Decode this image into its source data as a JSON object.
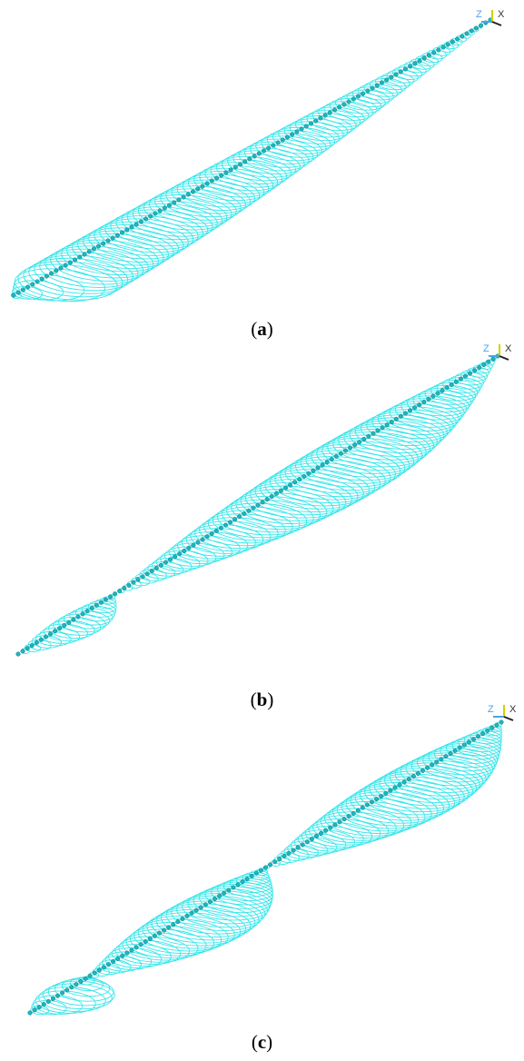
{
  "figure": {
    "panels": [
      {
        "id": "a",
        "caption_label": "a",
        "mode": 1
      },
      {
        "id": "b",
        "caption_label": "b",
        "mode": 2
      },
      {
        "id": "c",
        "caption_label": "c",
        "mode": 3
      }
    ],
    "axis_triad": {
      "z_label": "Z",
      "x_label": "X"
    },
    "colors": {
      "envelope": "#38e6ea",
      "node": "#1fb4bc",
      "node_edge": "#0d7f86",
      "triad_y": "#d6d000",
      "triad_z": "#4aa3e8",
      "triad_x": "#222222"
    }
  }
}
